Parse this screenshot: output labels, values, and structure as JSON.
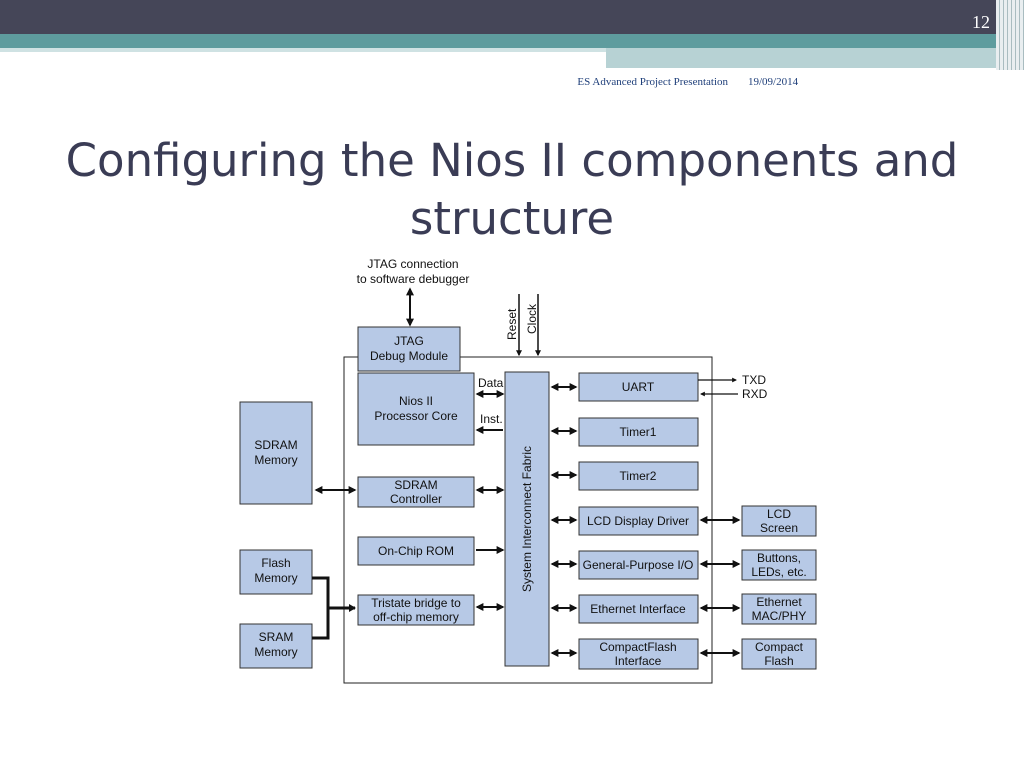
{
  "slide": {
    "number": "12",
    "footer_text": "ES Advanced Project Presentation",
    "footer_date": "19/09/2014",
    "title": "Configuring the Nios II components and structure"
  },
  "diagram": {
    "jtag_connection": [
      "JTAG connection",
      "to software debugger"
    ],
    "reset": "Reset",
    "clock": "Clock",
    "jtag_module": [
      "JTAG",
      "Debug Module"
    ],
    "nios_core": [
      "Nios II",
      "Processor Core"
    ],
    "data_label": "Data",
    "inst_label": "Inst.",
    "fabric": "System Interconnect Fabric",
    "sdram_memory": [
      "SDRAM",
      "Memory"
    ],
    "sdram_controller": [
      "SDRAM",
      "Controller"
    ],
    "onchip_rom": "On-Chip ROM",
    "tristate": [
      "Tristate bridge to",
      "off-chip memory"
    ],
    "flash_memory": [
      "Flash",
      "Memory"
    ],
    "sram_memory": [
      "SRAM",
      "Memory"
    ],
    "uart": "UART",
    "txd": "TXD",
    "rxd": "RXD",
    "timer1": "Timer1",
    "timer2": "Timer2",
    "lcd_driver": "LCD Display Driver",
    "lcd_screen": [
      "LCD",
      "Screen"
    ],
    "gpio": "General-Purpose I/O",
    "buttons": [
      "Buttons,",
      "LEDs, etc."
    ],
    "ethernet_if": "Ethernet Interface",
    "ethernet_phy": [
      "Ethernet",
      "MAC/PHY"
    ],
    "cf_interface": [
      "CompactFlash",
      "Interface"
    ],
    "cf": [
      "Compact",
      "Flash"
    ]
  }
}
